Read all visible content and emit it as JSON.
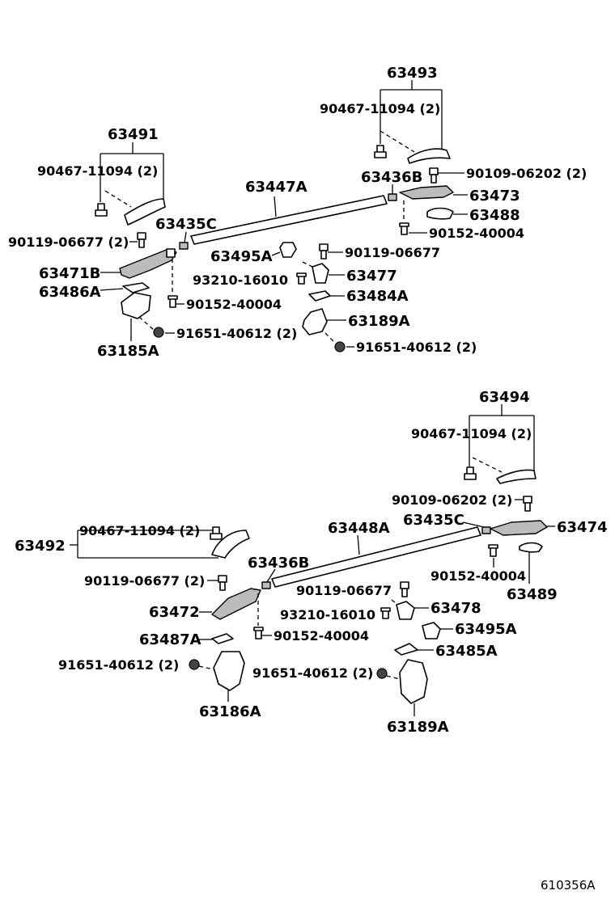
{
  "diagram_id": "610356A",
  "upper_group": {
    "p63493": "63493",
    "p63493_screw": "90467-11094 (2)",
    "p63491": "63491",
    "p63491_screw": "90467-11094 (2)",
    "p63447A": "63447A",
    "p63436B": "63436B",
    "p90109_06202": "90109-06202 (2)",
    "p63473": "63473",
    "p63488": "63488",
    "p90152_40004_r": "90152-40004",
    "p63435C": "63435C",
    "p90119_06677_l": "90119-06677 (2)",
    "p63495A": "63495A",
    "p90119_06677_m": "90119-06677",
    "p63471B": "63471B",
    "p93210_16010": "93210-16010",
    "p63477": "63477",
    "p63486A": "63486A",
    "p63484A": "63484A",
    "p90152_40004_l": "90152-40004",
    "p63189A": "63189A",
    "p91651_40612_l": "91651-40612 (2)",
    "p63185A": "63185A",
    "p91651_40612_r": "91651-40612 (2)"
  },
  "lower_group": {
    "p63494": "63494",
    "p63494_screw": "90467-11094 (2)",
    "p90109_06202": "90109-06202 (2)",
    "p63435C": "63435C",
    "p63474": "63474",
    "p63448A": "63448A",
    "p63492": "63492",
    "p63492_screw": "90467-11094 (2)",
    "p63436B": "63436B",
    "p90152_40004_r": "90152-40004",
    "p63489": "63489",
    "p90119_06677_l": "90119-06677 (2)",
    "p90119_06677_m": "90119-06677",
    "p63478": "63478",
    "p63472": "63472",
    "p93210_16010": "93210-16010",
    "p63495A": "63495A",
    "p63487A": "63487A",
    "p90152_40004_l": "90152-40004",
    "p63485A": "63485A",
    "p91651_40612_l": "91651-40612 (2)",
    "p91651_40612_r": "91651-40612 (2)",
    "p63186A": "63186A",
    "p63189A": "63189A"
  }
}
